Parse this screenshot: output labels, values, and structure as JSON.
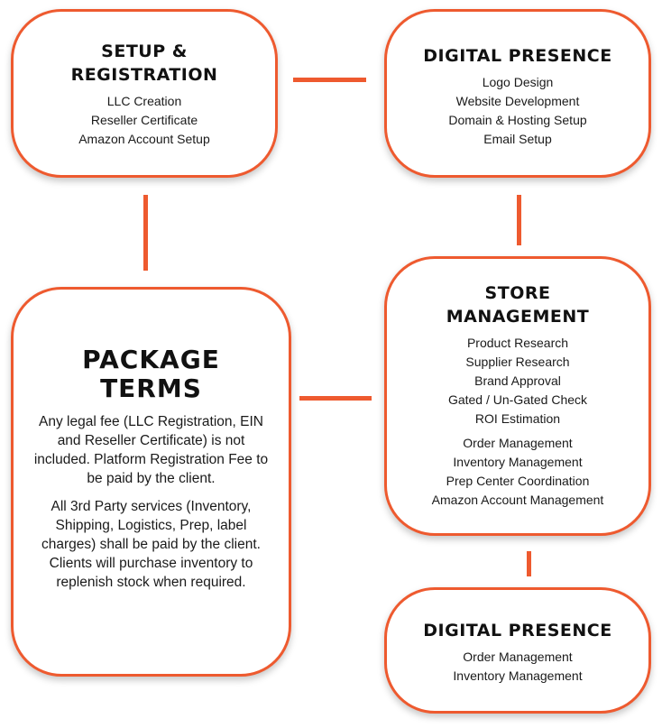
{
  "setup": {
    "title_line1": "SETUP &",
    "title_line2": "REGISTRATION",
    "items": [
      "LLC Creation",
      "Reseller Certificate",
      "Amazon Account Setup"
    ]
  },
  "digital_top": {
    "title": "DIGITAL PRESENCE",
    "items": [
      "Logo Design",
      "Website Development",
      "Domain & Hosting Setup",
      "Email Setup"
    ]
  },
  "package": {
    "title_line1": "PACKAGE",
    "title_line2": "TERMS",
    "para1": "Any legal fee (LLC Registration, EIN and Reseller Certificate) is not included. Platform Registration Fee to be paid by the client.",
    "para2": "All 3rd Party services (Inventory, Shipping, Logistics, Prep, label charges) shall be paid by the client. Clients will purchase inventory to replenish stock when required."
  },
  "store": {
    "title_line1": "STORE",
    "title_line2": "MANAGEMENT",
    "items_a": [
      "Product Research",
      "Supplier Research",
      "Brand Approval",
      "Gated / Un-Gated Check",
      "ROI Estimation"
    ],
    "items_b": [
      "Order Management",
      "Inventory Management",
      "Prep Center Coordination",
      "Amazon Account Management"
    ]
  },
  "digital_bottom": {
    "title": "DIGITAL PRESENCE",
    "items": [
      "Order Management",
      "Inventory Management"
    ]
  },
  "colors": {
    "accent": "#ee5a2f",
    "text": "#111111"
  }
}
